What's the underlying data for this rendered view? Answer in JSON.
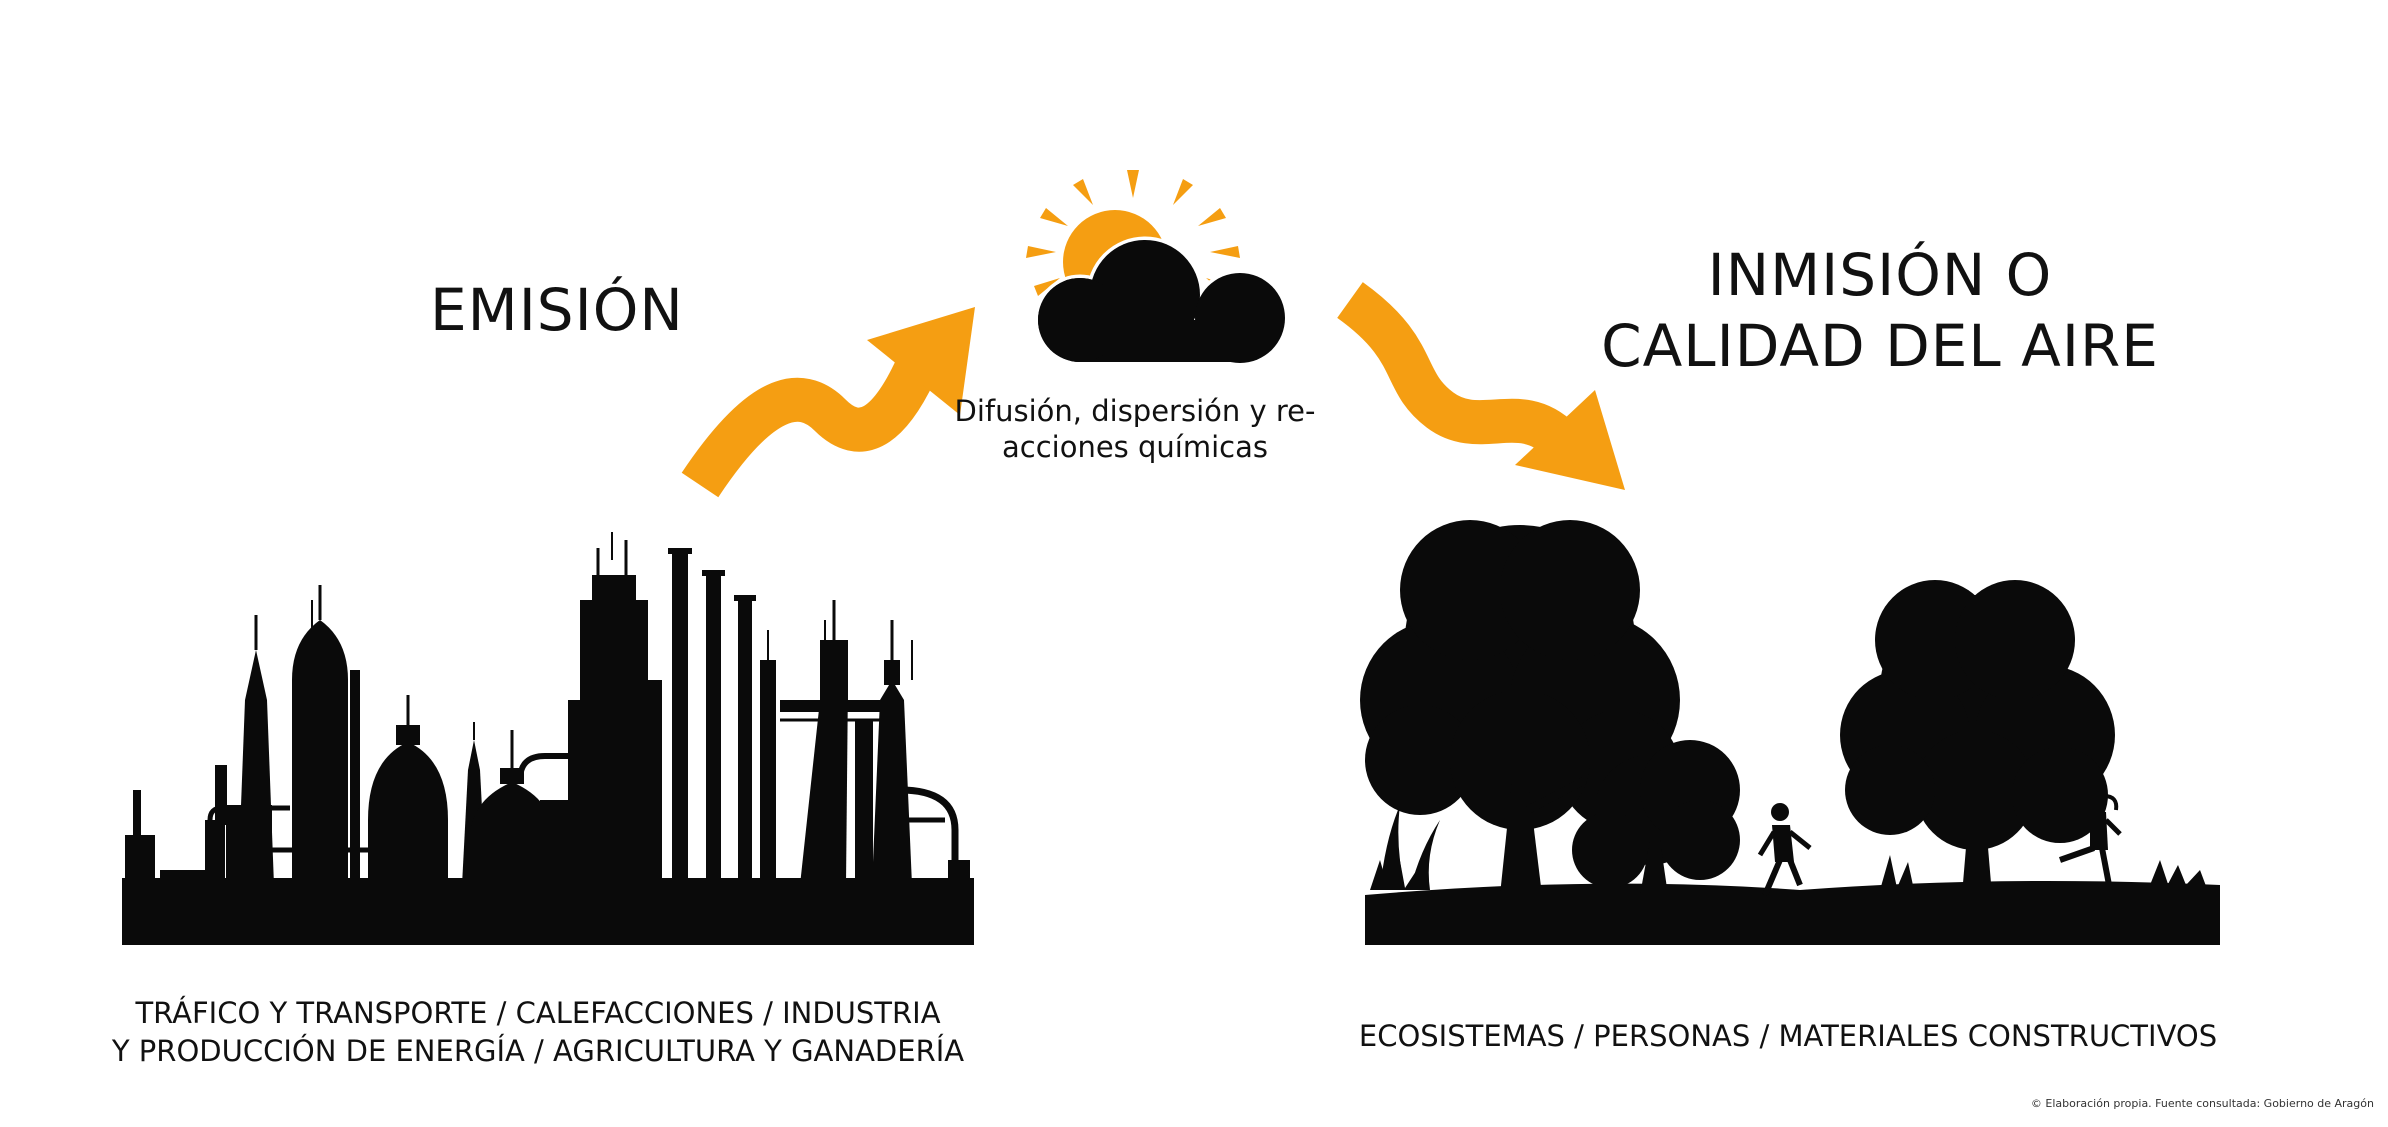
{
  "emission": {
    "title": "EMISIÓN",
    "sources_line1": "TRÁFICO Y TRANSPORTE / CALEFACCIONES / INDUSTRIA",
    "sources_line2": "Y PRODUCCIÓN DE ENERGÍA /  AGRICULTURA Y GANADERÍA"
  },
  "process": {
    "line1": "Difusión, dispersión y re-",
    "line2": "acciones químicas"
  },
  "immission": {
    "title_line1": "INMISIÓN O",
    "title_line2": "CALIDAD DEL AIRE",
    "receptors": "ECOSISTEMAS / PERSONAS / MATERIALES CONSTRUCTIVOS"
  },
  "source_note": "© Elaboración propia. Fuente consultada: Gobierno de Aragón",
  "colors": {
    "accent": "#F59E12",
    "silhouette": "#0A0A0A",
    "text": "#111111"
  },
  "icons": [
    "factory-skyline-icon",
    "sun-cloud-icon",
    "wavy-arrow-up-icon",
    "wavy-arrow-down-icon",
    "park-trees-runners-icon"
  ]
}
